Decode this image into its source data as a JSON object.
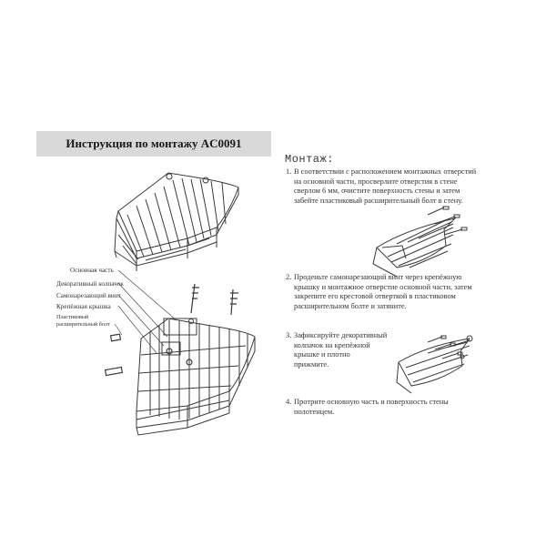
{
  "document": {
    "title": "Инструкция по монтажу AC0091",
    "section_heading": "Монтаж:",
    "steps": [
      {
        "number": "1.",
        "lines": [
          "В соответствии с расположением монтажных отверстий",
          "на основной части, просверлите отверстия в стене",
          "сверлом 6 мм, очистите поверхность стены и затем",
          "забейте пластиковый расширительный болт в стену."
        ]
      },
      {
        "number": "2.",
        "lines": [
          "Проденьте самонарезающий винт через крепёжную",
          "крышку и монтажное отверстие основной части, затем",
          "закрепите его крестовой отверткой в пластиковом",
          "расширительном болте и затяните."
        ]
      },
      {
        "number": "3.",
        "lines": [
          "Зафиксируйте декоративный",
          "колпачок на крепёжной",
          "крышке и плотно",
          "прижмите."
        ]
      },
      {
        "number": "4.",
        "lines": [
          "Протрите основную часть и поверхность стены",
          "полотенцем."
        ]
      }
    ],
    "callouts": [
      "Основная часть",
      "Декоративный колпачок",
      "Самонарезающий винт",
      "Крепёжная крышка",
      "Пластиковый",
      "расширительный болт"
    ]
  },
  "colors": {
    "band": "#d9d9d9",
    "ink": "#333333"
  }
}
